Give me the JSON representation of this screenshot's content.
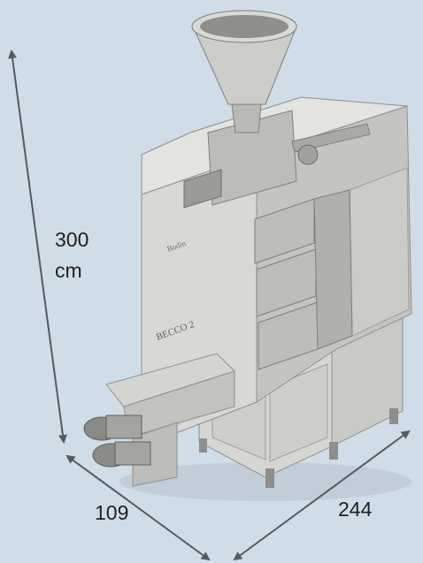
{
  "colors": {
    "background": "#cfdde8",
    "arrow": "#555a5e",
    "machine_light": "#d9d9d6",
    "machine_mid": "#b9b9b6",
    "machine_dark": "#8e8e8b",
    "text": "#1f1f1f"
  },
  "dimensions": {
    "height_value": "300",
    "height_unit": "cm",
    "depth_value": "109",
    "width_value": "244"
  },
  "machine": {
    "panel_text": "Bodin",
    "front_text": "BECCO 2"
  }
}
